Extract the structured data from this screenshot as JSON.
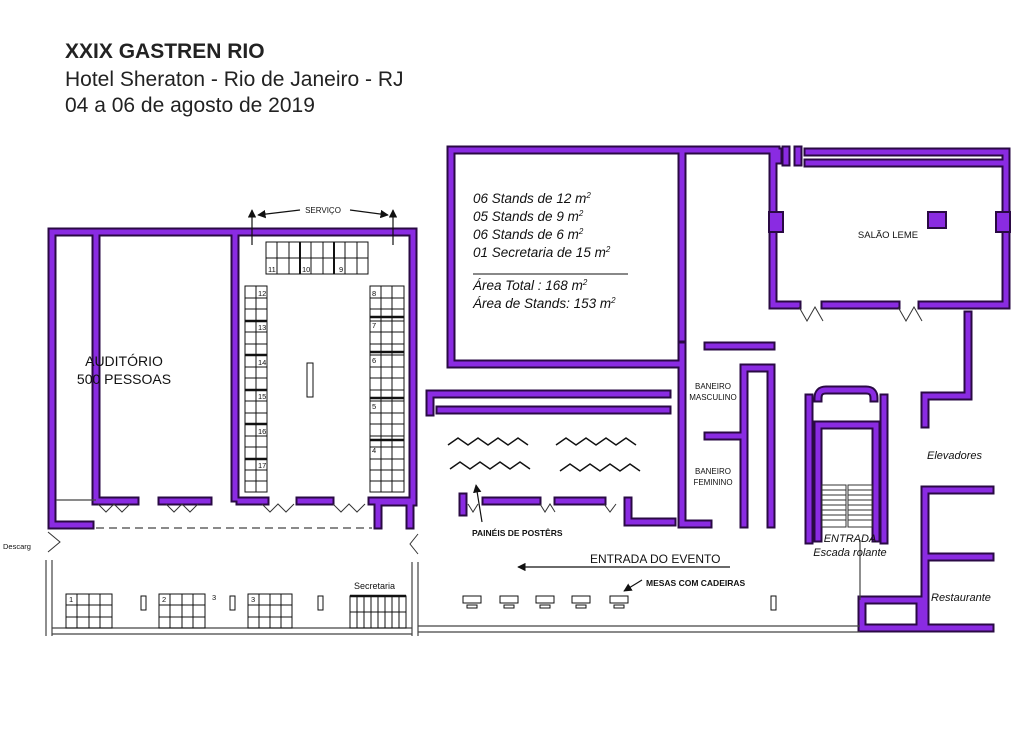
{
  "header": {
    "title": "XXIX GASTREN RIO",
    "venue": "Hotel Sheraton - Rio de Janeiro - RJ",
    "dates": "04 a 06 de agosto de 2019"
  },
  "colors": {
    "wall": "#7a1fc8",
    "wall_edge": "#2a0a44",
    "ink": "#111111"
  },
  "info_box": {
    "lines": [
      {
        "text": "06 Stands de 12 m",
        "sup": "2"
      },
      {
        "text": "05 Stands de 9  m",
        "sup": "2"
      },
      {
        "text": "06 Stands  de 6 m",
        "sup": "2"
      },
      {
        "text": "01 Secretaria de 15 m",
        "sup": "2"
      }
    ],
    "total_area": {
      "text": "Área Total : 168 m",
      "sup": "2"
    },
    "stand_area": {
      "text": "Área de Stands:  153 m",
      "sup": "2"
    }
  },
  "labels": {
    "servico": "SERVIÇO",
    "auditorio_1": "AUDITÓRIO",
    "auditorio_2": "500 PESSOAS",
    "salao_leme": "SALÃO LEME",
    "banheiro_m_1": "BANEIRO",
    "banheiro_m_2": "MASCULINO",
    "banheiro_f_1": "BANEIRO",
    "banheiro_f_2": "FEMININO",
    "elevadores": "Elevadores",
    "entrada_1": "ENTRADA",
    "entrada_2": "Escada rolante",
    "paineis": "PAINÉIS DE POSTÊRS",
    "entrada_evento": "ENTRADA DO EVENTO",
    "mesas": "MESAS COM CADEIRAS",
    "secretaria": "Secretaria",
    "descarga": "Descarg",
    "restaurante": "Restaurante"
  },
  "stands": {
    "top": [
      "11",
      "10",
      "9"
    ],
    "left": [
      "12",
      "13",
      "14",
      "15",
      "16",
      "17"
    ],
    "right": [
      "8",
      "7",
      "6",
      "5",
      "4"
    ],
    "bottom": [
      "1",
      "2",
      "3",
      "3"
    ]
  }
}
